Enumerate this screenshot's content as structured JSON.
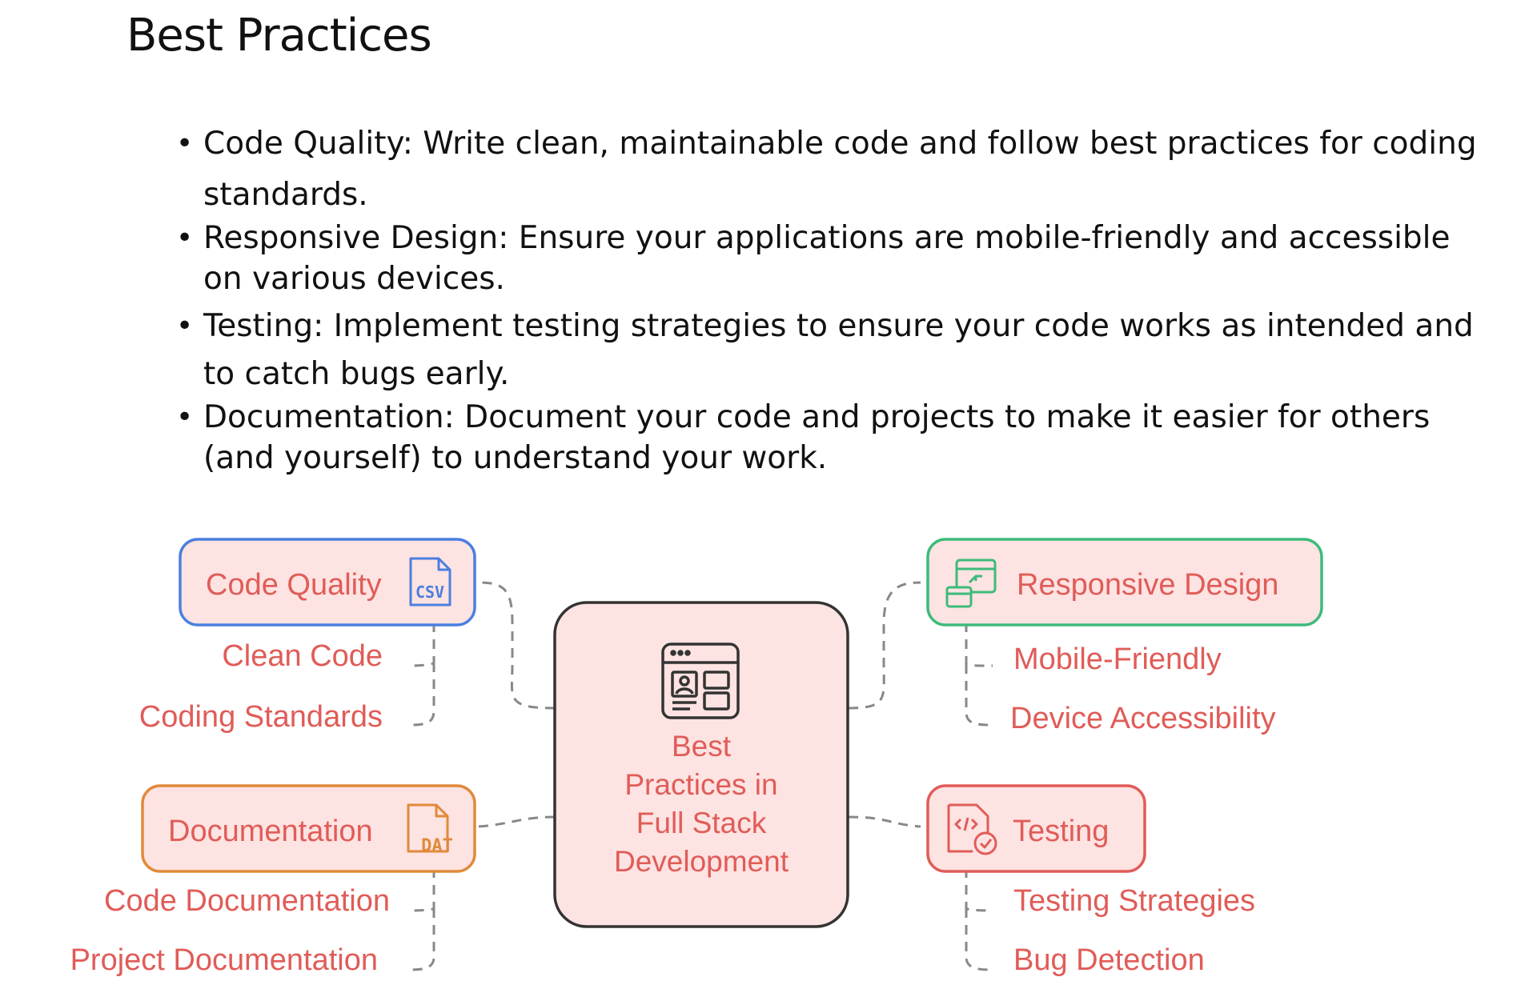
{
  "page": {
    "title": "Best Practices"
  },
  "bullets": [
    {
      "text": "Code Quality: Write clean, maintainable code and follow best practices for coding standards."
    },
    {
      "text": "Responsive Design: Ensure your applications are mobile-friendly and accessible on various devices."
    },
    {
      "text": "Testing: Implement testing strategies to ensure your code works as intended and to catch bugs early."
    },
    {
      "text": "Documentation: Document your code and projects to make it easier for others (and yourself) to understand your work."
    }
  ],
  "diagram": {
    "center_lines": [
      "Best",
      "Practices in",
      "Full Stack",
      "Development"
    ],
    "center_icon": "browser-layout-icon",
    "branches": {
      "code_quality": {
        "label": "Code Quality",
        "icon": "csv-file-icon",
        "color": "#4a7fe0",
        "children": [
          "Clean Code",
          "Coding Standards"
        ]
      },
      "documentation": {
        "label": "Documentation",
        "icon": "dat-file-icon",
        "color": "#e08a3a",
        "children": [
          "Code Documentation",
          "Project Documentation"
        ]
      },
      "responsive_design": {
        "label": "Responsive Design",
        "icon": "responsive-screens-icon",
        "color": "#3dbb7a",
        "children": [
          "Mobile-Friendly",
          "Device Accessibility"
        ]
      },
      "testing": {
        "label": "Testing",
        "icon": "code-check-icon",
        "color": "#e05c58",
        "children": [
          "Testing Strategies",
          "Bug Detection"
        ]
      }
    },
    "colors": {
      "node_fill": "#fde3e2",
      "text": "#e05c58",
      "connector": "#888888",
      "center_border": "#333333"
    }
  }
}
